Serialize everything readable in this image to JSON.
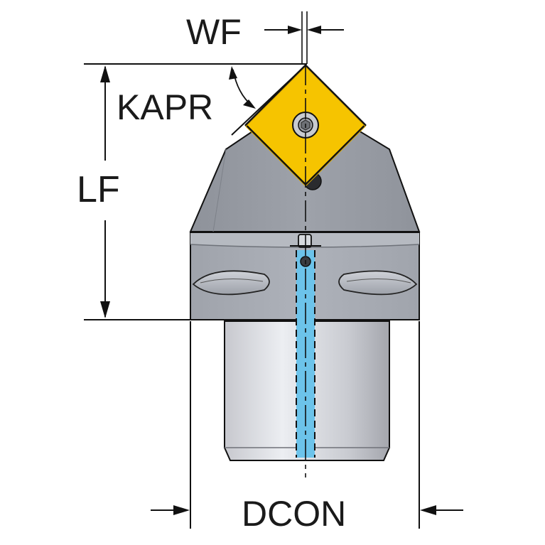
{
  "labels": {
    "wf": "WF",
    "kapr": "KAPR",
    "lf": "LF",
    "dcon": "DCON"
  },
  "colors": {
    "insert": "#f6c400",
    "head_light": "#c9ccd1",
    "head_mid": "#a9adb5",
    "head_dark": "#8c9099",
    "shank_light": "#e6e7ec",
    "shank_dark": "#9a9ca3",
    "coolant": "#6cc3ea",
    "outline": "#111111"
  }
}
